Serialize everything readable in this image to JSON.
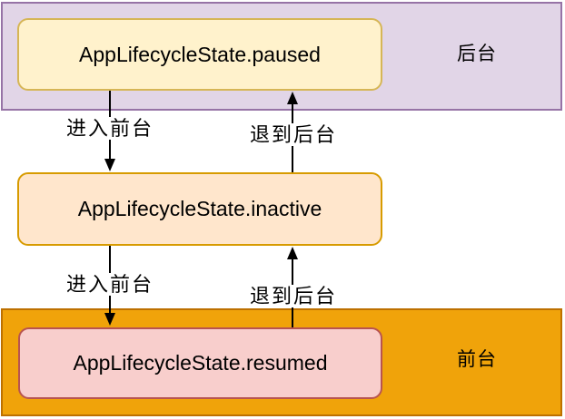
{
  "diagram": {
    "title_hint": "Flutter AppLifecycleState transitions",
    "bands": {
      "background": {
        "label": "后台"
      },
      "foreground": {
        "label": "前台"
      }
    },
    "nodes": {
      "paused": {
        "label": "AppLifecycleState.paused"
      },
      "inactive": {
        "label": "AppLifecycleState.inactive"
      },
      "resumed": {
        "label": "AppLifecycleState.resumed"
      }
    },
    "edges": {
      "enter_foreground_top": {
        "label": "进入前台",
        "direction": "down",
        "from": "paused",
        "to": "inactive"
      },
      "exit_to_background_top": {
        "label": "退到后台",
        "direction": "up",
        "from": "inactive",
        "to": "paused"
      },
      "enter_foreground_bottom": {
        "label": "进入前台",
        "direction": "down",
        "from": "inactive",
        "to": "resumed"
      },
      "exit_to_background_bottom": {
        "label": "退到后台",
        "direction": "up",
        "from": "resumed",
        "to": "inactive"
      }
    },
    "colors": {
      "background_band_fill": "#e1d5e7",
      "background_band_stroke": "#9673a6",
      "foreground_band_fill": "#f0a30a",
      "foreground_band_stroke": "#bd7000",
      "paused_fill": "#fff2cc",
      "paused_stroke": "#d6b656",
      "inactive_fill": "#ffe6cc",
      "inactive_stroke": "#d79b00",
      "resumed_fill": "#f8cecc",
      "resumed_stroke": "#b85450",
      "arrow": "#000000"
    }
  }
}
